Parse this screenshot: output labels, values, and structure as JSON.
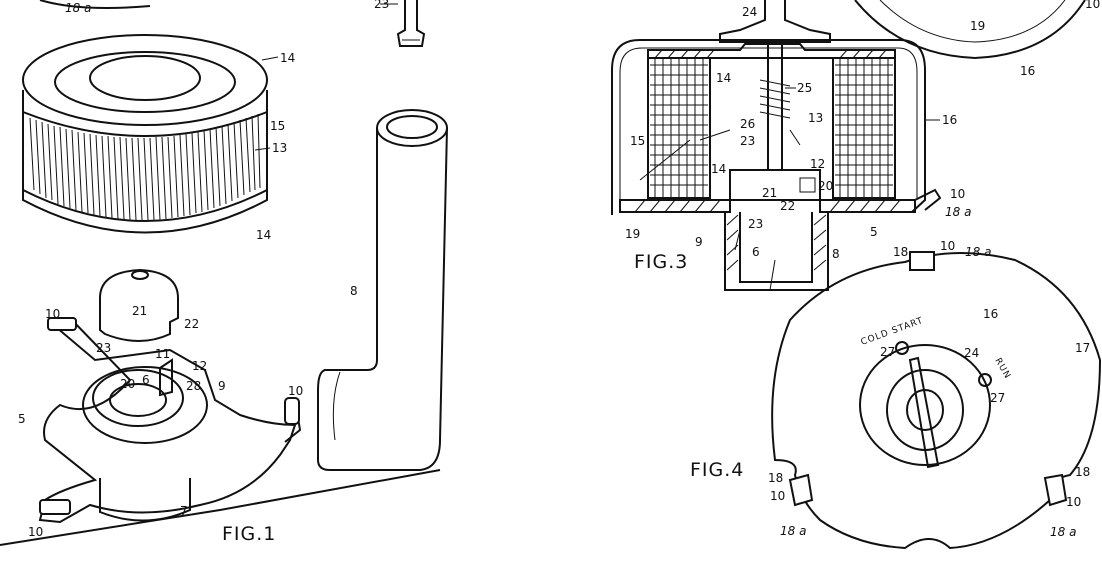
{
  "figures": {
    "fig1": "FIG.1",
    "fig3": "FIG.3",
    "fig4": "FIG.4"
  },
  "fig1_labels": {
    "l18a": "18 a",
    "l14a": "14",
    "l15": "15",
    "l13": "13",
    "l14b": "14",
    "l21": "21",
    "l22": "22",
    "l23": "23",
    "l11": "11",
    "l12": "12",
    "l20": "20",
    "l6": "6",
    "l28": "28",
    "l9": "9",
    "l10a": "10",
    "l10b": "10",
    "l10c": "10",
    "l5": "5",
    "l7": "7",
    "l8": "8",
    "l23top": "23"
  },
  "fig3_labels": {
    "l24": "24",
    "l14": "14",
    "l25": "25",
    "l26": "26",
    "l23a": "23",
    "l13": "13",
    "l16": "16",
    "l15": "15",
    "l14b": "14",
    "l12": "12",
    "l20": "20",
    "l10": "10",
    "l21": "21",
    "l22": "22",
    "l18a": "18 a",
    "l23b": "23",
    "l19": "19",
    "l9": "9",
    "l5": "5",
    "l6": "6",
    "l8": "8"
  },
  "fig4_labels": {
    "l18t": "18",
    "l10t": "10",
    "l18at": "18 a",
    "cold_start": "COLD START",
    "l16": "16",
    "l17": "17",
    "l27a": "27",
    "l24": "24",
    "run": "RUN",
    "l27b": "27",
    "l18l": "18",
    "l10l": "10",
    "l18al": "18 a",
    "l18r": "18",
    "l10r": "10",
    "l18ar": "18 a"
  },
  "top_right_labels": {
    "l19": "19",
    "l16": "16",
    "l10": "10"
  }
}
